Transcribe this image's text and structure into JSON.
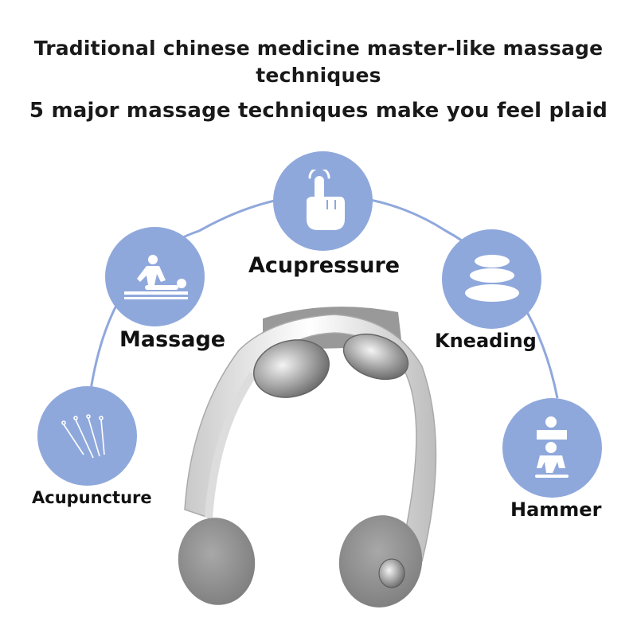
{
  "header": {
    "line1": "Traditional chinese medicine master-like massage techniques",
    "line2": "5 major massage techniques make you feel plaid"
  },
  "techniques": [
    {
      "label": "Acupuncture",
      "icon": "needles-icon"
    },
    {
      "label": "Massage",
      "icon": "massage-table-icon"
    },
    {
      "label": "Acupressure",
      "icon": "finger-press-icon"
    },
    {
      "label": "Kneading",
      "icon": "stacked-stones-icon"
    },
    {
      "label": "Hammer",
      "icon": "hammer-massage-icon"
    }
  ],
  "colors": {
    "circle": "#8fa8dc",
    "arc": "#8fa8dc",
    "text": "#111111"
  },
  "product": {
    "icon": "neck-massager-image"
  }
}
